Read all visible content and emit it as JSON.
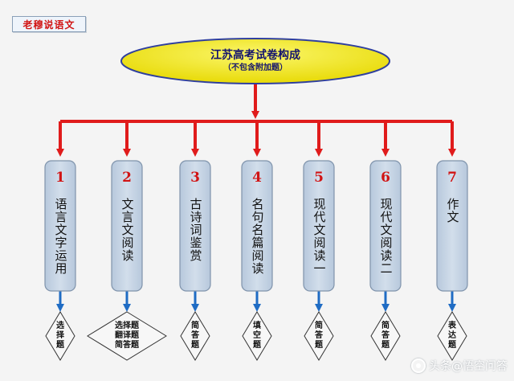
{
  "brand": {
    "tag": "老穆说语文"
  },
  "root": {
    "title": "江苏高考试卷构成",
    "subtitle": "（不包含附加题）"
  },
  "sections": [
    {
      "num": "1",
      "name": "语言文字运用",
      "types": [
        "选",
        "择",
        "题"
      ]
    },
    {
      "num": "2",
      "name": "文言文阅读",
      "types": [
        "选择题",
        "翻译题",
        "简答题"
      ]
    },
    {
      "num": "3",
      "name": "古诗词鉴赏",
      "types": [
        "简",
        "答",
        "题"
      ]
    },
    {
      "num": "4",
      "name": "名句名篇阅读",
      "types": [
        "填",
        "空",
        "题"
      ]
    },
    {
      "num": "5",
      "name": "现代文阅读一",
      "types": [
        "简",
        "答",
        "题"
      ]
    },
    {
      "num": "6",
      "name": "现代文阅读二",
      "types": [
        "简",
        "答",
        "题"
      ]
    },
    {
      "num": "7",
      "name": "作文",
      "types": [
        "表",
        "达",
        "题"
      ]
    }
  ],
  "watermark": {
    "text": "头条@悟空问答",
    "icon": "wukong-logo-icon"
  },
  "colors": {
    "connector": "#e01b1b",
    "ellipse_fill": "#f4ee1a",
    "ellipse_stroke": "#2f3f9e",
    "box_fill": "#c8d6e6",
    "box_stroke": "#7f93ab",
    "diamond_fill": "#f7f7f7",
    "diamond_stroke": "#333333",
    "down_arrow": "#1f6cc4"
  }
}
